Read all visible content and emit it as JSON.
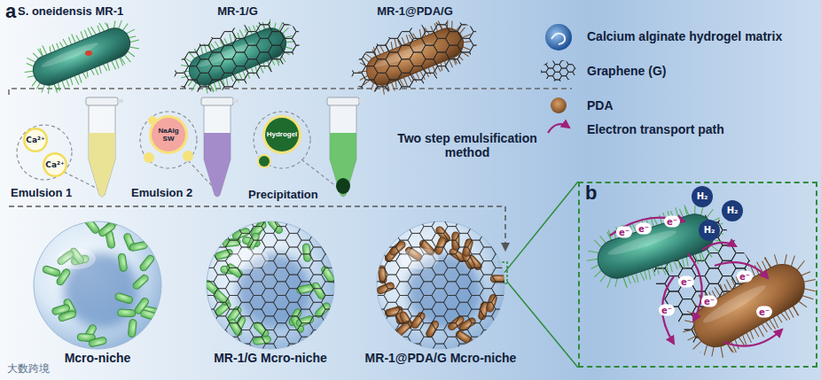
{
  "diagram": {
    "nodes": [
      {
        "text": [
          "Mcro-niche"
        ]
      },
      {
        "text": [
          "MR-1/G Mcro-niche"
        ]
      },
      {
        "text": [
          "MR-1@PDA/G Mcro-niche"
        ]
      },
      {
        "text": [
          "b"
        ]
      }
    ],
    "edges": [
      {
        "from": 2,
        "to": 3,
        "arrow": "none"
      }
    ],
    "labels": [
      "a",
      "S. oneidensis MR-1",
      "MR-1/G",
      "MR-1@PDA/G",
      "Ca²⁺",
      "Ca²⁺",
      "Emulsion 1",
      "NaAlg SW",
      "Emulsion 2",
      "Hydrogel",
      "Precipitation",
      "Two step emulsification method",
      "H₂",
      "H₂",
      "H₂",
      "e⁻",
      "e⁻",
      "e⁻",
      "e⁻",
      "e⁻",
      "e⁻",
      "e⁻",
      "e⁻",
      "大数跨境"
    ],
    "legend": [
      {
        "text": "Calcium alginate hydrogel matrix"
      },
      {
        "text": "Graphene (G)"
      },
      {
        "text": "PDA"
      },
      {
        "text": "Electron transport path"
      }
    ]
  }
}
